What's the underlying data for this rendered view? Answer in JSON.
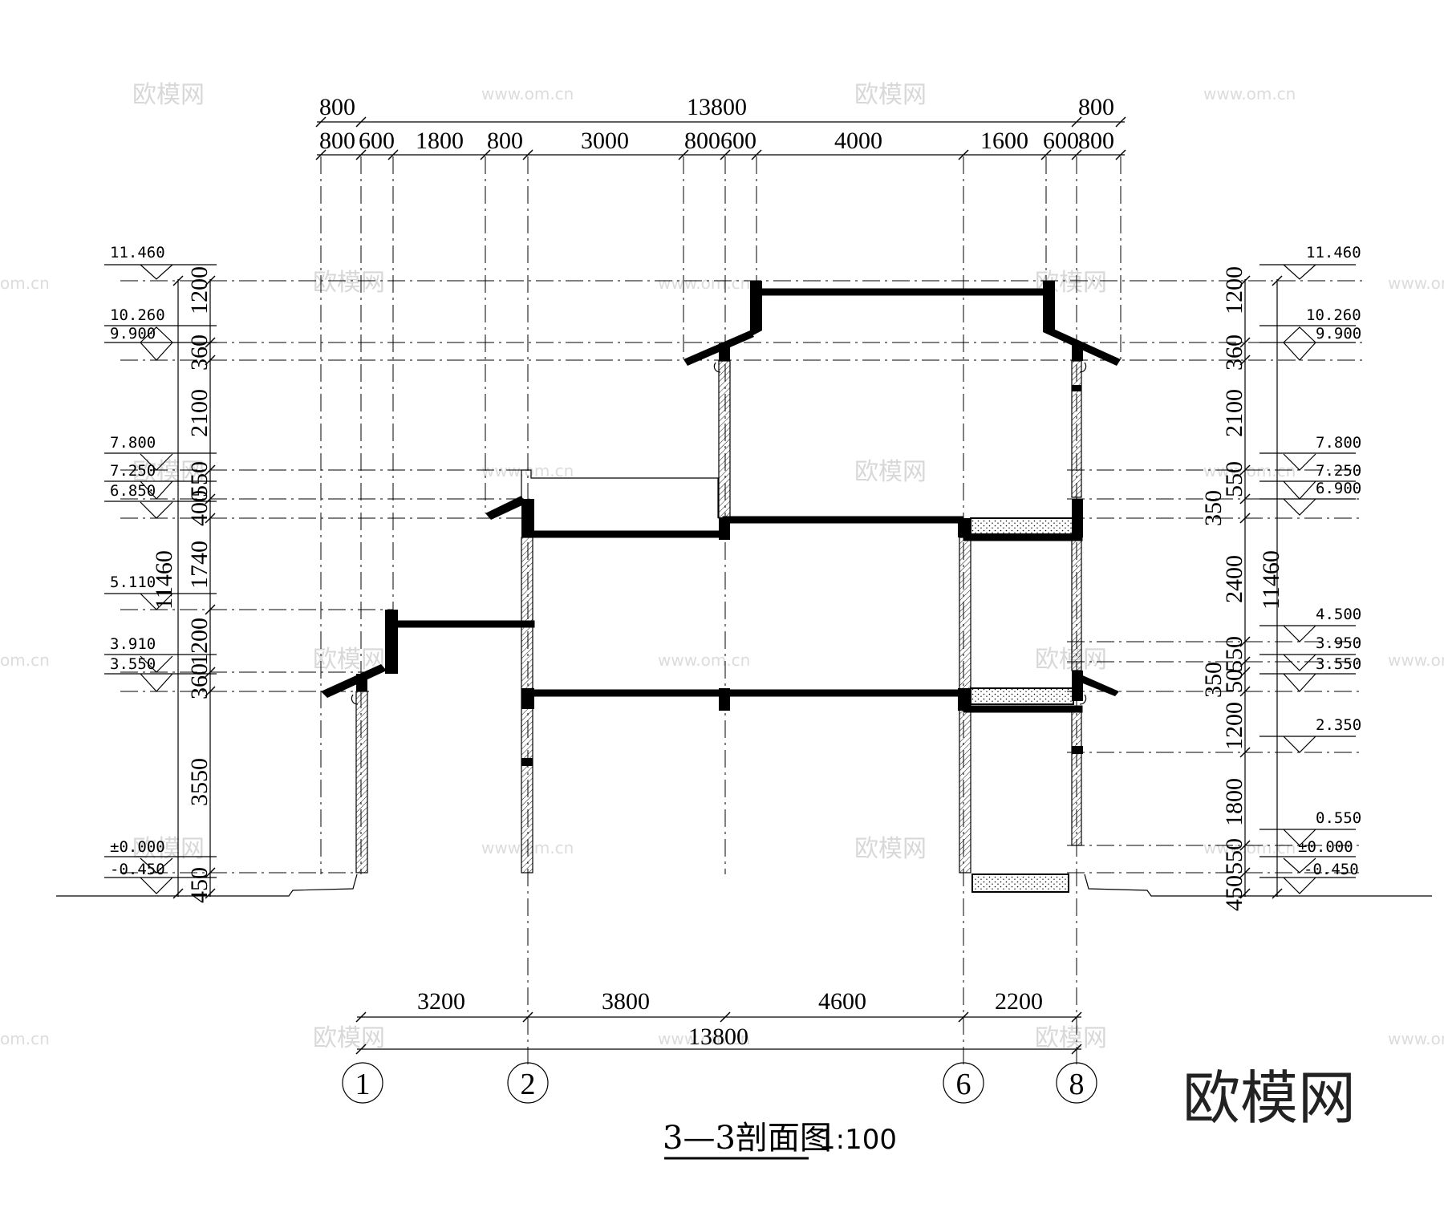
{
  "drawing": {
    "title": "3—3剖面图",
    "scale": "1:100",
    "brand": "欧模网",
    "watermarks": {
      "logo": "欧模网",
      "url": "www.om.cn",
      "fragment": "om.cn"
    }
  },
  "top_dims": {
    "overall": "13800",
    "left_overhang": "800",
    "right_overhang": "800",
    "segments": [
      "800",
      "600",
      "1800",
      "800",
      "3000",
      "800",
      "600",
      "4000",
      "1600",
      "600",
      "800"
    ]
  },
  "bottom_dims": {
    "overall": "13800",
    "spans": [
      "3200",
      "3800",
      "4600",
      "2200"
    ]
  },
  "axes": [
    "1",
    "2",
    "6",
    "8"
  ],
  "left_levels": [
    "11.460",
    "10.260",
    "9.900",
    "7.800",
    "7.250",
    "6.850",
    "5.110",
    "3.910",
    "3.550",
    "±0.000",
    "-0.450"
  ],
  "right_levels": [
    "11.460",
    "10.260",
    "9.900",
    "7.800",
    "7.250",
    "6.900",
    "4.500",
    "3.950",
    "3.550",
    "2.350",
    "0.550",
    "±0.000",
    "-0.450"
  ],
  "left_vdims": {
    "segments": [
      "1200",
      "360",
      "2100",
      "550",
      "400",
      "1740",
      "1200",
      "360",
      "3550",
      "450"
    ],
    "total": "11460"
  },
  "right_vdims": {
    "segments": [
      "1200",
      "360",
      "2100",
      "550",
      "350",
      "2400",
      "550",
      "50",
      "350",
      "1200",
      "1800",
      "550",
      "450"
    ],
    "total": "11460"
  }
}
